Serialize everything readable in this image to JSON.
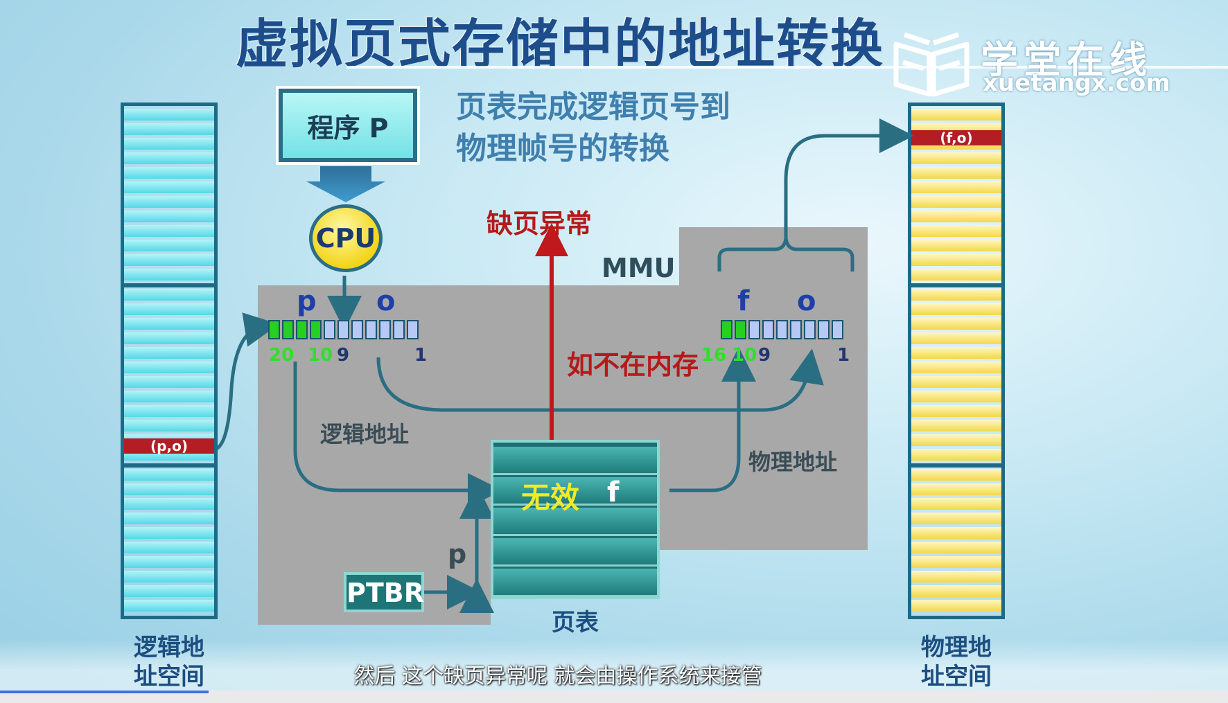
{
  "slide": {
    "title": "虚拟页式存储中的地址转换",
    "subtitle_line1": "页表完成逻辑页号到",
    "subtitle_line2": "物理帧号的转换"
  },
  "watermark": {
    "logo_icon": "book-logo-icon",
    "name": "学堂在线",
    "url": "xuetangx.com"
  },
  "diagram": {
    "program_label": "程序 P",
    "cpu_label": "CPU",
    "mmu_label": "MMU",
    "page_fault_label": "缺页异常",
    "not_in_memory_label": "如不在内存",
    "logical_reg": {
      "p_label": "p",
      "o_label": "o",
      "bit_20": "20",
      "bit_10": "10",
      "bit_9": "9",
      "bit_1": "1"
    },
    "physical_reg": {
      "f_label": "f",
      "o_label": "o",
      "bit_16": "16",
      "bit_10": "10",
      "bit_9": "9",
      "bit_1": "1"
    },
    "logical_address_label": "逻辑地址",
    "physical_address_label": "物理地址",
    "page_table_invalid": "无效",
    "page_table_f": "f",
    "page_table_caption": "页表",
    "ptbr_label": "PTBR",
    "p_index_label": "p",
    "logical_entry": "(p,o)",
    "physical_entry": "(f,o)",
    "logical_space_line1": "逻辑地",
    "logical_space_line2": "址空间",
    "physical_space_line1": "物理地",
    "physical_space_line2": "址空间"
  },
  "player": {
    "subtitle": "然后 这个缺页异常呢 就会由操作系统来接管",
    "progress": 0.17
  },
  "colors": {
    "title": "#1d4d8a",
    "page_fault": "#b51a1a",
    "register_green": "#25d022",
    "register_blue": "#b8c8f4",
    "teal_frame": "#1c6a86",
    "mmu_gray": "#a8a8a8",
    "progress": "#3d74d8"
  }
}
